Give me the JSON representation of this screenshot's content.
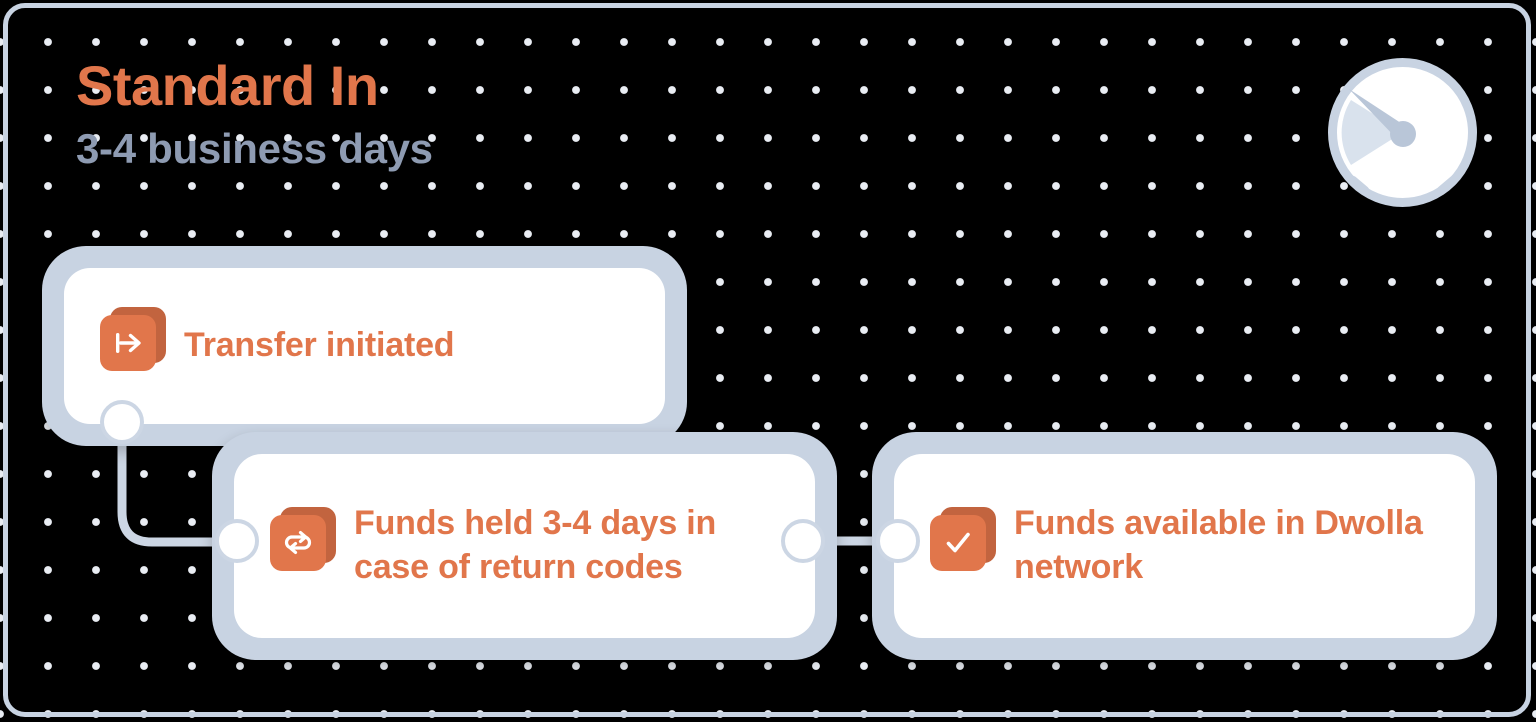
{
  "header": {
    "title": "Standard In",
    "subtitle": "3-4 business days"
  },
  "gauge": {
    "icon": "speedometer-icon",
    "aria": "speed gauge"
  },
  "colors": {
    "accent_orange": "#e1764b",
    "accent_orange_dark": "#c2643f",
    "frame_blue_gray": "#c8d3e2",
    "subtitle_gray": "#8e9bb2",
    "dot_color": "#e9edf3",
    "card_white": "#ffffff",
    "background": "#000000"
  },
  "steps": [
    {
      "id": "step-1",
      "icon": "transfer-arrow-icon",
      "label": "Transfer initiated"
    },
    {
      "id": "step-2",
      "icon": "repeat-loop-icon",
      "label": "Funds held 3-4 days in case of return codes"
    },
    {
      "id": "step-3",
      "icon": "check-square-icon",
      "label": "Funds available in Dwolla network"
    }
  ],
  "connectors": [
    {
      "id": "connector-1-to-2",
      "from": "step-1",
      "to": "step-2",
      "shape": "elbow-curve"
    },
    {
      "id": "connector-2-to-3",
      "from": "step-2",
      "to": "step-3",
      "shape": "straight"
    }
  ]
}
